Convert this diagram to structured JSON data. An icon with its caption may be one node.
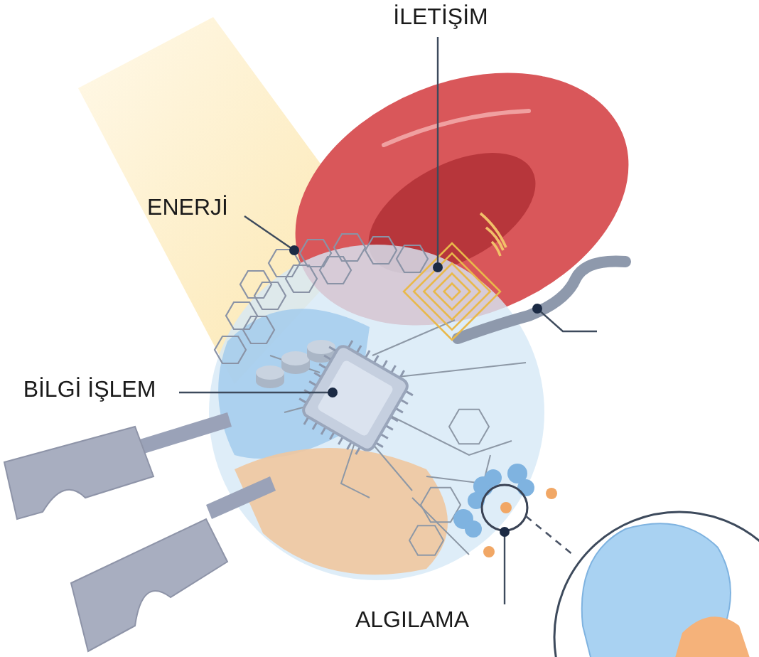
{
  "diagram": {
    "nodes": [
      {
        "text": [
          "ENERJİ"
        ]
      },
      {
        "text": [
          "İLETİŞİM"
        ]
      },
      {
        "text": [
          "BİLGİ İŞLEM"
        ]
      },
      {
        "text": [
          "ALGILAMA"
        ]
      },
      {
        "text": [],
        "shape": "picture"
      },
      {
        "text": [],
        "shape": "picture"
      },
      {
        "text": [],
        "shape": "picture"
      },
      {
        "text": [],
        "shape": "picture"
      }
    ],
    "edges": [
      {
        "from": 0,
        "to": 4,
        "arrow": "other"
      },
      {
        "from": 1,
        "to": 5,
        "arrow": "other"
      },
      {
        "from": 2,
        "to": 6,
        "arrow": "other"
      },
      {
        "from": 3,
        "to": 7,
        "arrow": "other"
      }
    ]
  }
}
